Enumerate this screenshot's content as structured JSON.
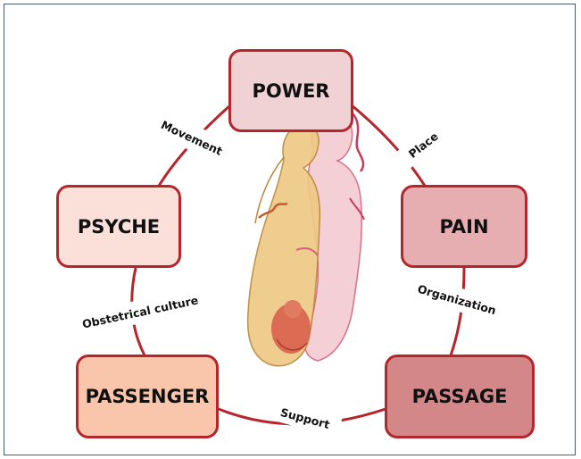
{
  "diagram": {
    "nodes": [
      {
        "id": "power",
        "label": "POWER"
      },
      {
        "id": "pain",
        "label": "PAIN"
      },
      {
        "id": "passage",
        "label": "PASSAGE"
      },
      {
        "id": "passenger",
        "label": "PASSENGER"
      },
      {
        "id": "psyche",
        "label": "PSYCHE"
      }
    ],
    "links": [
      {
        "from": "psyche",
        "to": "power",
        "label": "Movement"
      },
      {
        "from": "power",
        "to": "pain",
        "label": "Place"
      },
      {
        "from": "pain",
        "to": "passage",
        "label": "Organization"
      },
      {
        "from": "passenger",
        "to": "passage",
        "label": "Support"
      },
      {
        "from": "psyche",
        "to": "passenger",
        "label": "Obstetrical culture"
      }
    ],
    "colors": {
      "border": "#b5262c",
      "power": "#f0d2d4",
      "psyche": "#fbe0da",
      "pain": "#e6aeb0",
      "passenger": "#f9c6ac",
      "passage": "#d38789"
    },
    "center_image": "mother-with-baby-illustration"
  }
}
